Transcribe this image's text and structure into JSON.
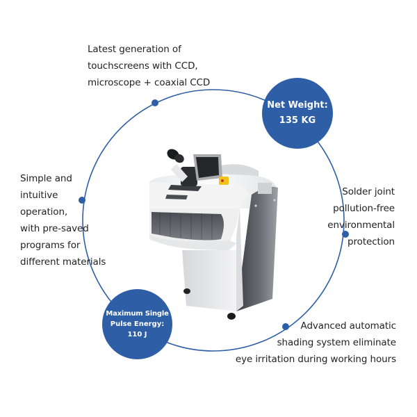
{
  "colors": {
    "accent": "#2e5ea6",
    "text": "#222222",
    "background": "#ffffff"
  },
  "features": {
    "top": {
      "lines": [
        "Latest generation of",
        "touchscreens with CCD,",
        "microscope + coaxial CCD"
      ]
    },
    "left": {
      "lines": [
        "Simple and",
        "intuitive",
        "operation,",
        "with pre-saved",
        "programs for",
        "different materials"
      ]
    },
    "right": {
      "lines": [
        "Solder joint",
        "pollution-free",
        "environmental",
        "protection"
      ]
    },
    "bottom_right": {
      "lines": [
        "Advanced automatic",
        "shading system eliminate",
        "eye irritation during working hours"
      ]
    }
  },
  "badges": {
    "net_weight": {
      "label": "Net Weight:",
      "value": "135 KG"
    },
    "pulse_energy": {
      "label_line1": "Maximum Single",
      "label_line2": "Pulse Energy:",
      "value": "110 J"
    }
  },
  "product": {
    "name": "laser-welding-machine",
    "icon": "laser-welder-image"
  }
}
